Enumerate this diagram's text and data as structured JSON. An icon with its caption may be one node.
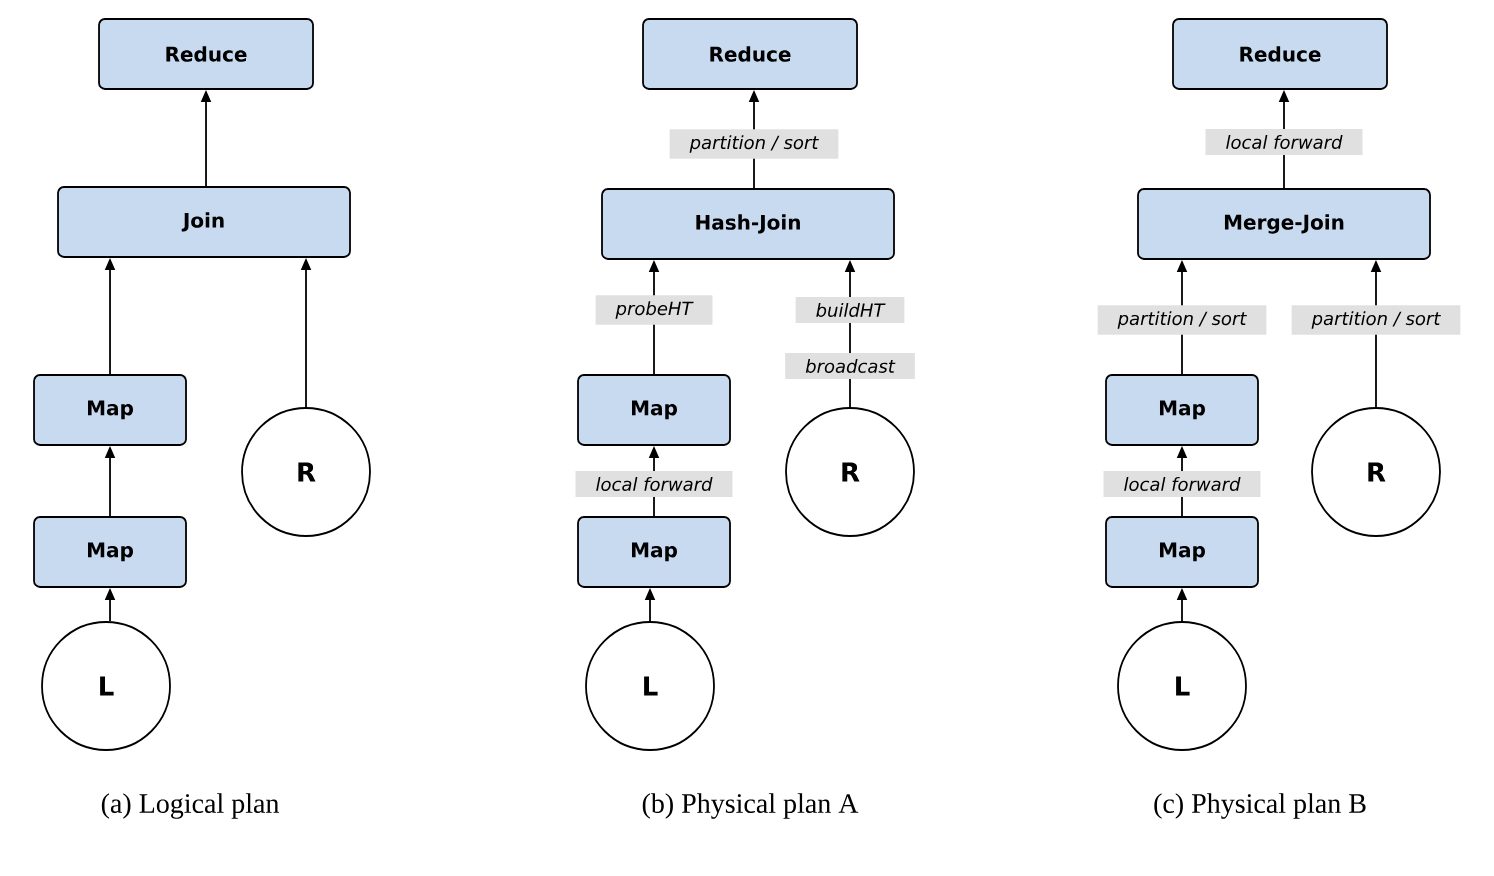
{
  "diagram": {
    "nodes": [
      {
        "text": [
          "Reduce"
        ]
      },
      {
        "text": [
          "Join"
        ]
      },
      {
        "text": [
          "Map"
        ]
      },
      {
        "text": [
          "Map"
        ]
      },
      {
        "text": [
          "R"
        ]
      },
      {
        "text": [
          "L"
        ]
      },
      {
        "text": [
          "Reduce"
        ]
      },
      {
        "text": [
          "Hash-Join"
        ]
      },
      {
        "text": [
          "Map"
        ]
      },
      {
        "text": [
          "Map"
        ]
      },
      {
        "text": [
          "R"
        ]
      },
      {
        "text": [
          "L"
        ]
      },
      {
        "text": [
          "Reduce"
        ]
      },
      {
        "text": [
          "Merge-Join"
        ]
      },
      {
        "text": [
          "Map"
        ]
      },
      {
        "text": [
          "Map"
        ]
      },
      {
        "text": [
          "R"
        ]
      },
      {
        "text": [
          "L"
        ]
      }
    ],
    "edges": [
      {
        "from": 1,
        "to": 0,
        "arrow": "to"
      },
      {
        "from": 2,
        "to": 1,
        "arrow": "to"
      },
      {
        "from": 4,
        "to": 1,
        "arrow": "to"
      },
      {
        "from": 3,
        "to": 2,
        "arrow": "to"
      },
      {
        "from": 5,
        "to": 3,
        "arrow": "to"
      },
      {
        "from": 7,
        "to": 6,
        "arrow": "to",
        "label": "partition / sort"
      },
      {
        "from": 8,
        "to": 7,
        "arrow": "to",
        "label": "probeHT"
      },
      {
        "from": 10,
        "to": 7,
        "arrow": "to",
        "label": "buildHT"
      },
      {
        "from": 9,
        "to": 8,
        "arrow": "to",
        "label": "local forward"
      },
      {
        "from": 11,
        "to": 9,
        "arrow": "to"
      },
      {
        "from": 13,
        "to": 12,
        "arrow": "to",
        "label": "local forward"
      },
      {
        "from": 14,
        "to": 13,
        "arrow": "to",
        "label": "partition / sort"
      },
      {
        "from": 16,
        "to": 13,
        "arrow": "to",
        "label": "partition / sort"
      },
      {
        "from": 15,
        "to": 14,
        "arrow": "to",
        "label": "local forward"
      },
      {
        "from": 17,
        "to": 15,
        "arrow": "to"
      }
    ],
    "labels": [
      "broadcast",
      "(a) Logical plan",
      "(b) Physical plan A",
      "(c) Physical plan B"
    ]
  }
}
